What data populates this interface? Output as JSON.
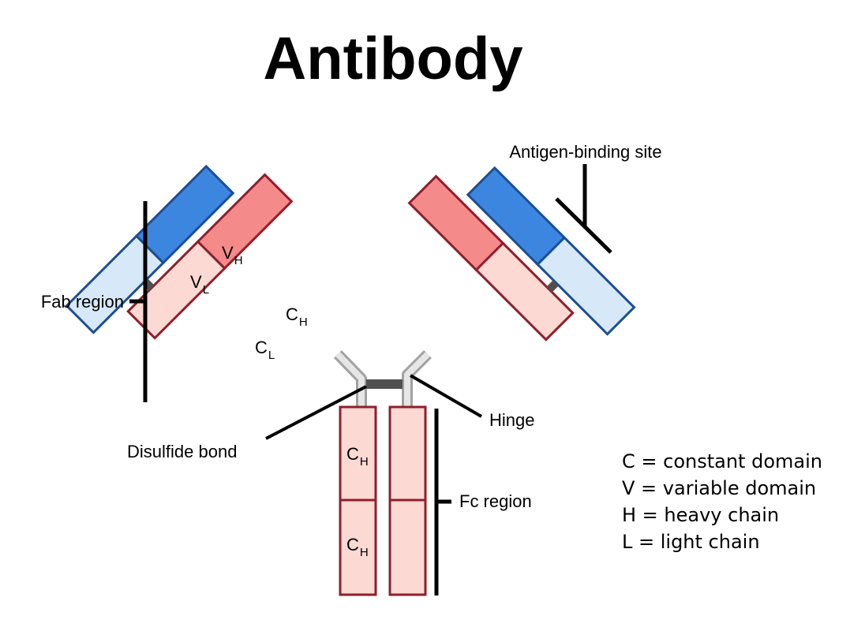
{
  "title": "Antibody",
  "labels": {
    "antigen_binding_site": "Antigen-binding site",
    "fab_region": "Fab region",
    "hinge": "Hinge",
    "disulfide_bond": "Disulfide bond",
    "fc_region": "Fc region"
  },
  "domains": {
    "letter_c": "C",
    "letter_v": "V",
    "sub_h": "H",
    "sub_l": "L"
  },
  "legend": [
    "C = constant domain",
    "V = variable domain",
    "H = heavy chain",
    "L = light chain"
  ],
  "colors": {
    "heavy_variable_fill": "#f48a8a",
    "heavy_constant_fill": "#fcd9d3",
    "heavy_border": "#8f1f2c",
    "light_variable_fill": "#3d86e0",
    "light_constant_fill": "#d7e9f8",
    "light_border": "#1d4e93",
    "hinge_fill": "#e6e6e6",
    "hinge_border": "#a2a2a2",
    "disulfide_bond": "#505050"
  }
}
